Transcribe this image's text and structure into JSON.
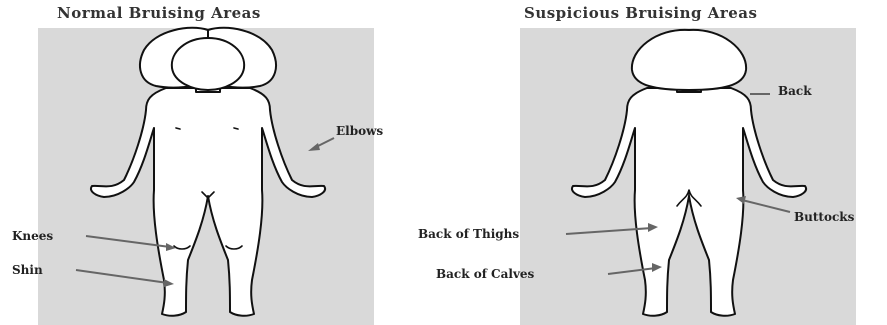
{
  "colors": {
    "panel_bg": "#d9d9d9",
    "outline": "#111111",
    "pointer": "#666666",
    "text": "#222222"
  },
  "left_panel": {
    "title": "Normal Bruising Areas",
    "labels": {
      "elbows": "Elbows",
      "knees": "Knees",
      "shin": "Shin"
    }
  },
  "right_panel": {
    "title": "Suspicious Bruising Areas",
    "labels": {
      "back": "Back",
      "buttocks": "Buttocks",
      "back_of_thighs": "Back of Thighs",
      "back_of_calves": "Back of Calves"
    }
  }
}
